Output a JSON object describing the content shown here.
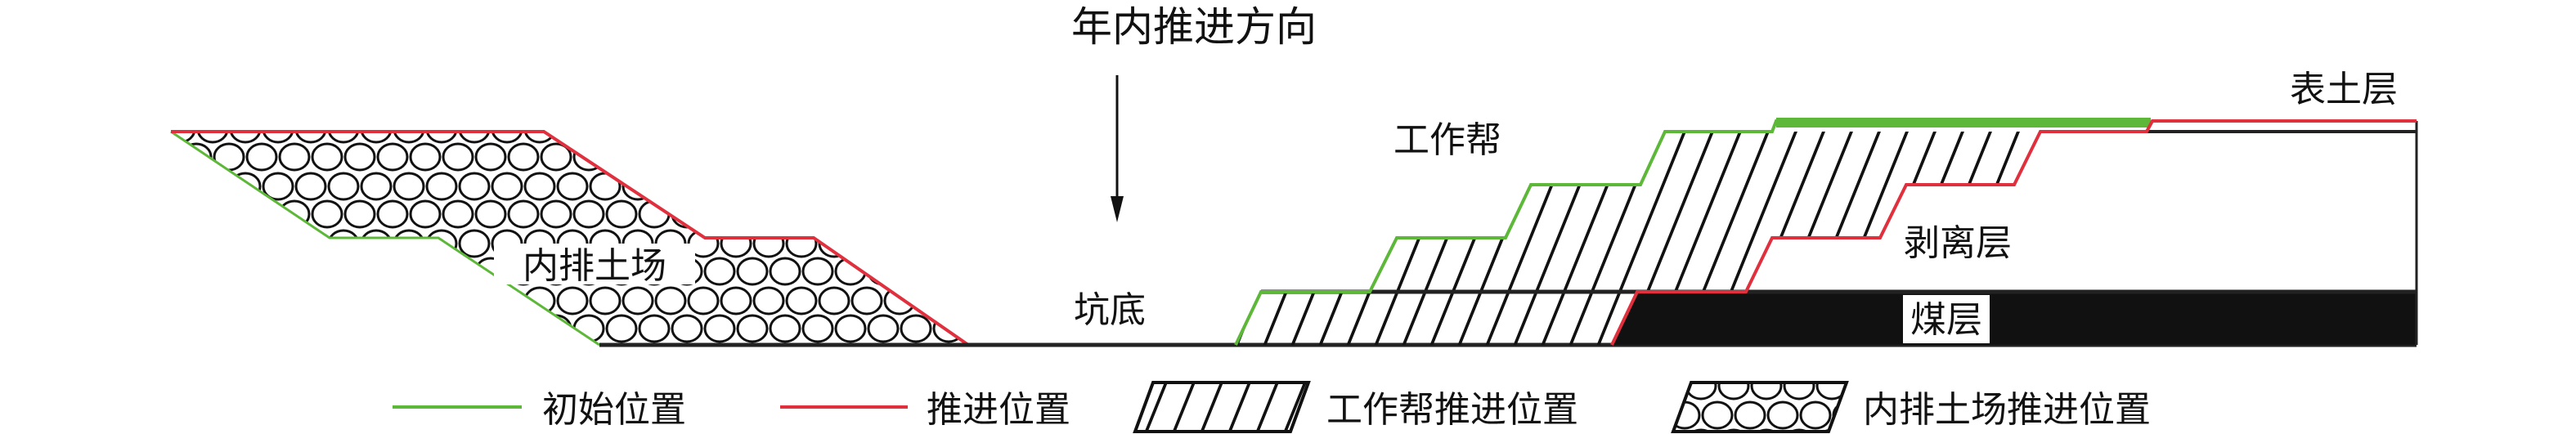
{
  "title": "年内推进方向",
  "labels": {
    "dump": "内排土场",
    "pit_bottom": "坑底",
    "working_slope": "工作帮",
    "stripping_layer": "剥离层",
    "topsoil": "表土层",
    "coal_seam": "煤层"
  },
  "legend": [
    {
      "label": "初始位置",
      "symbol": "line",
      "color": "#5db83a"
    },
    {
      "label": "推进位置",
      "symbol": "line",
      "color": "#e0303e"
    },
    {
      "label": "工作帮推进位置",
      "symbol": "hatch"
    },
    {
      "label": "内排土场推进位置",
      "symbol": "pebble"
    }
  ],
  "colors": {
    "initial": "#5db83a",
    "advanced": "#e0303e",
    "coal": "#111111",
    "outline": "#222222"
  }
}
